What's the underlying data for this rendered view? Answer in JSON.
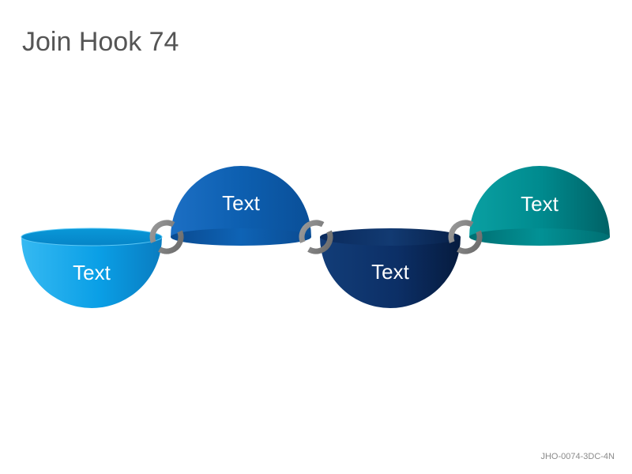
{
  "title": "Join Hook 74",
  "code": "JHO-0074-3DC-4N",
  "hemispheres": [
    {
      "label": "Text",
      "orientation": "bowl",
      "color": "#0a9fe6"
    },
    {
      "label": "Text",
      "orientation": "dome",
      "color": "#0d5fb0"
    },
    {
      "label": "Text",
      "orientation": "bowl",
      "color": "#0c2f66"
    },
    {
      "label": "Text",
      "orientation": "dome",
      "color": "#008b8f"
    }
  ],
  "connectors": [
    {
      "icon": "hook-ring-icon"
    },
    {
      "icon": "hook-ring-icon"
    },
    {
      "icon": "hook-ring-icon"
    }
  ]
}
